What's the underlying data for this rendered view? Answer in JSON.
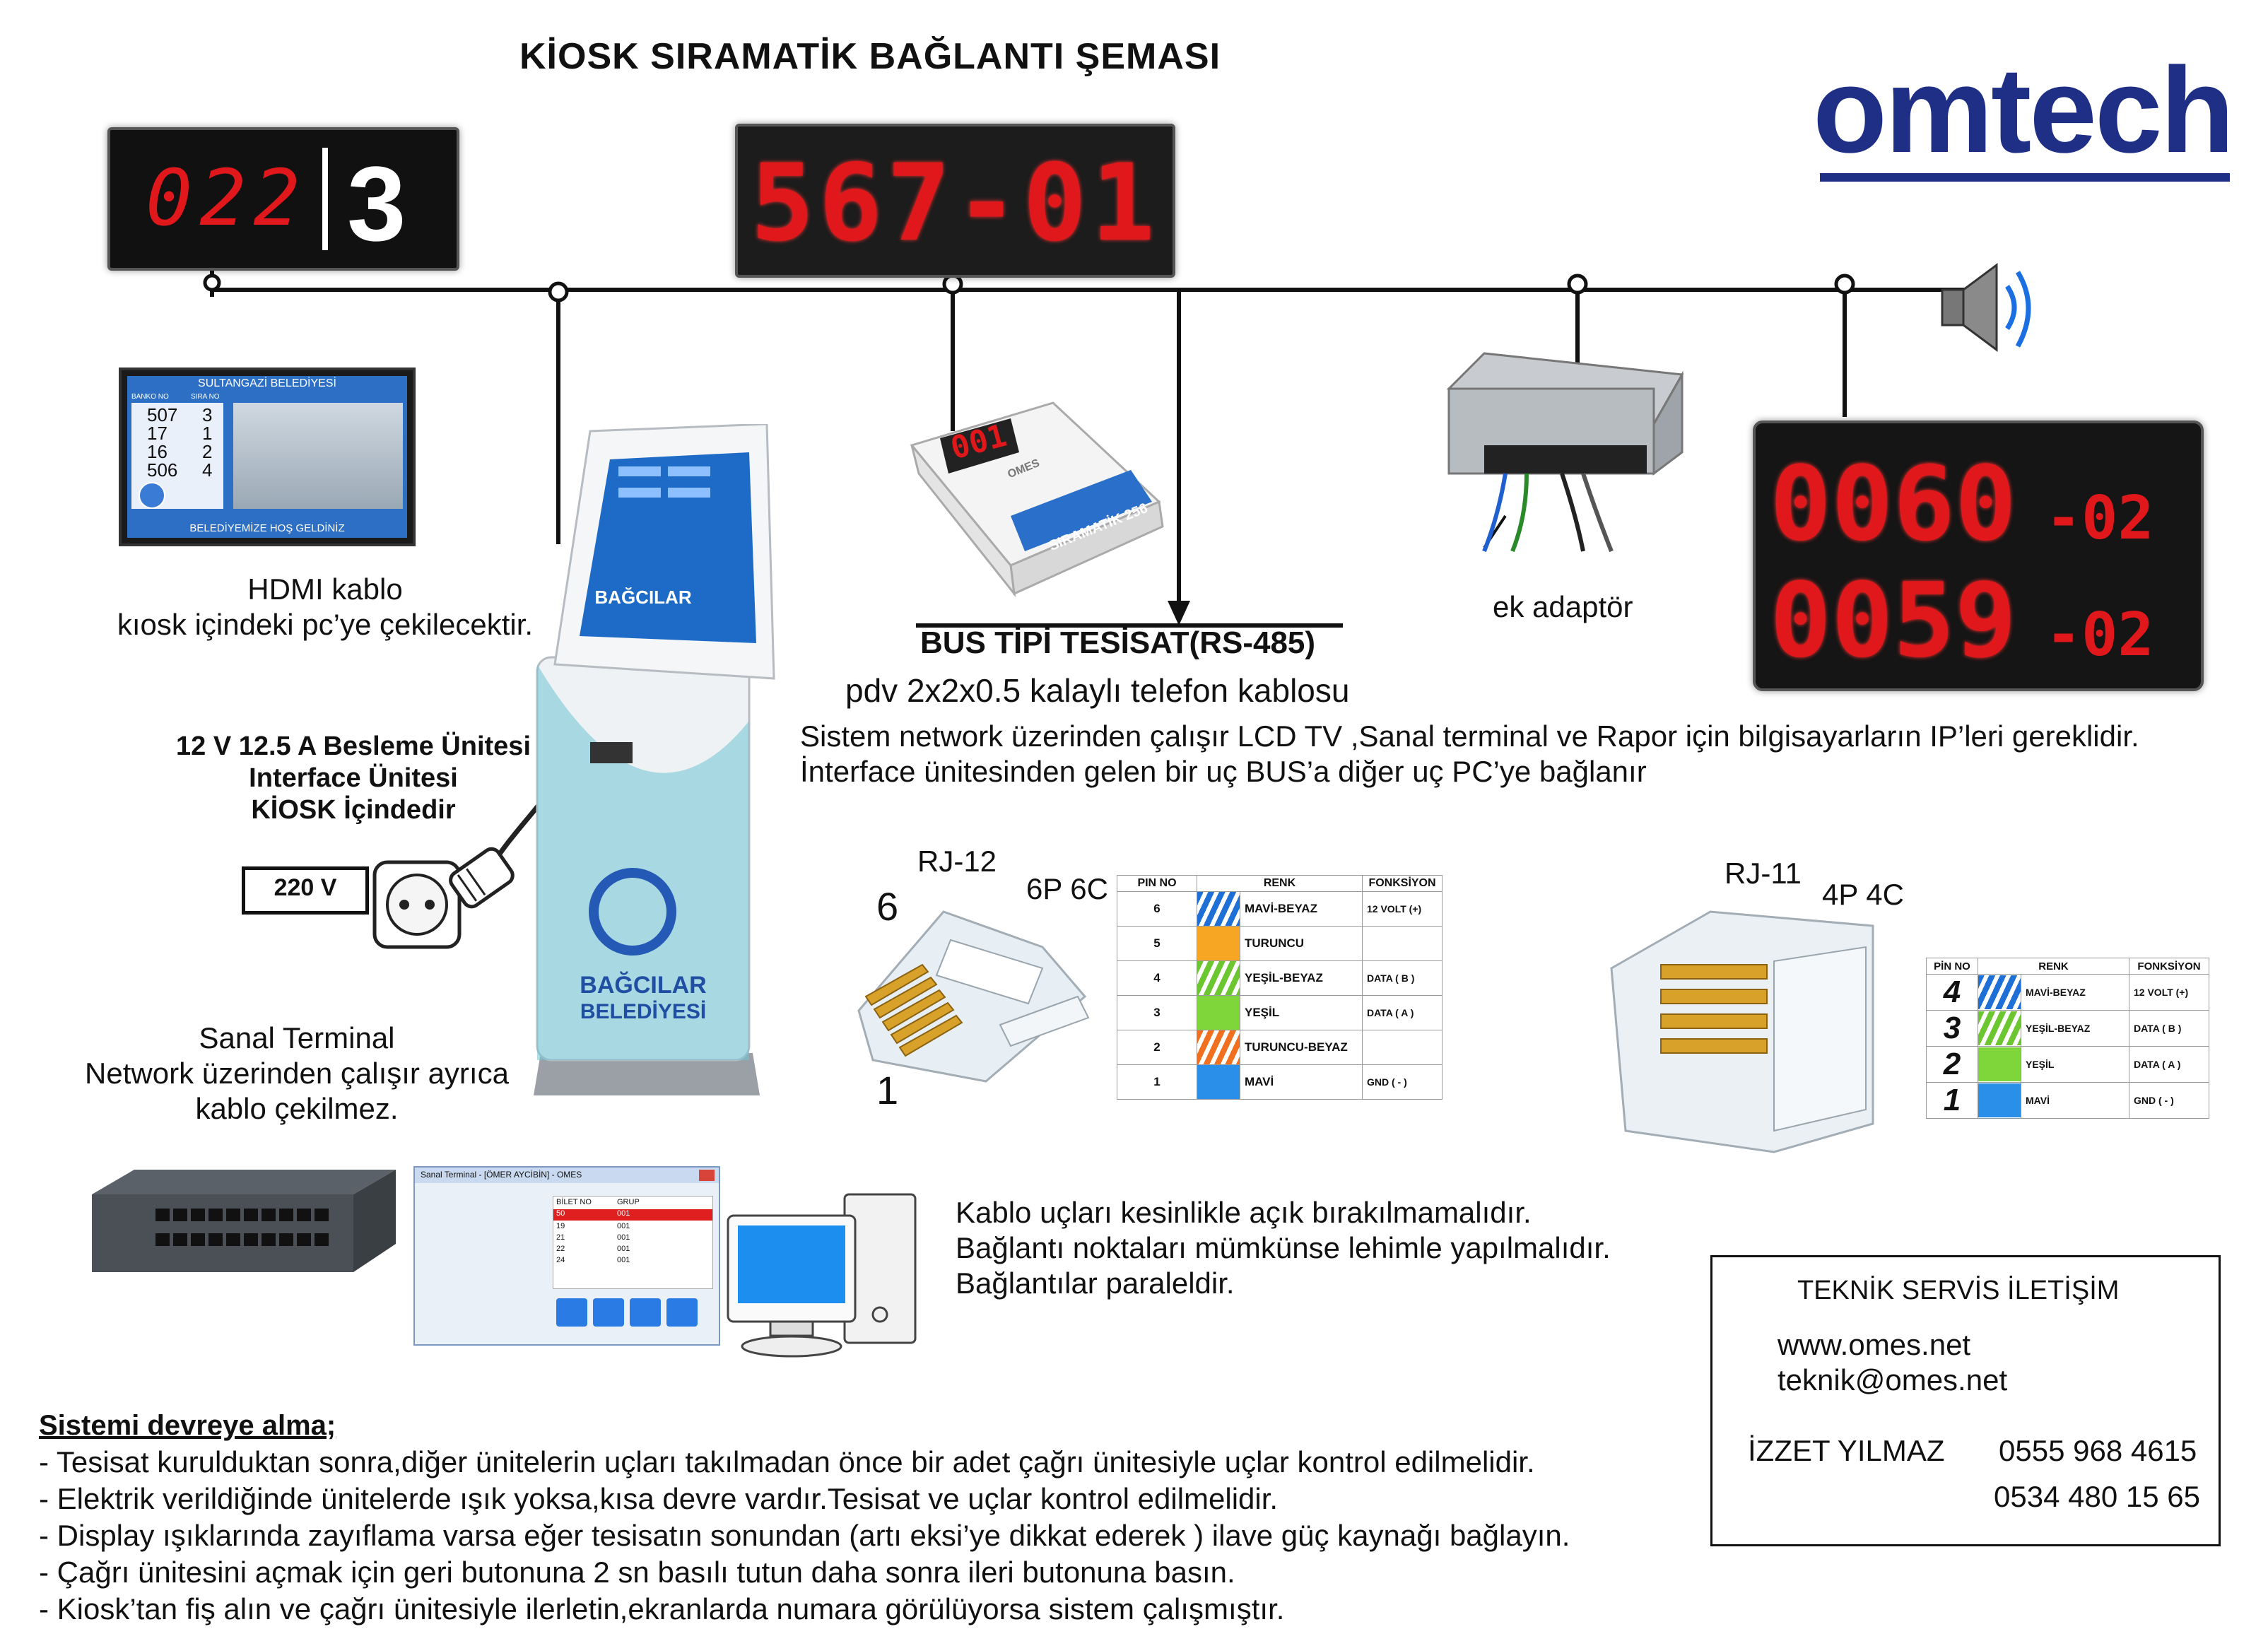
{
  "title": "KİOSK SIRAMATİK BAĞLANTI ŞEMASI",
  "brand": {
    "logo_text": "omtech",
    "color": "#1f2f86"
  },
  "displays": {
    "counter_display": {
      "left": "022",
      "right": "3"
    },
    "main_led": {
      "text": "567-01"
    },
    "call_unit": {
      "text": "001",
      "label": "SIRAMATİK 256",
      "brand": "OMES"
    },
    "dual_led": {
      "row1_main": "0060",
      "row1_sub": "-02",
      "row2_main": "0059",
      "row2_sub": "-02"
    }
  },
  "lcd_tv": {
    "header": "SULTANGAZİ BELEDİYESİ",
    "col1": "BANKO NO",
    "col2": "SIRA NO",
    "rows": [
      {
        "banko": "507",
        "sira": "3"
      },
      {
        "banko": "17",
        "sira": "1"
      },
      {
        "banko": "16",
        "sira": "2"
      },
      {
        "banko": "506",
        "sira": "4"
      }
    ],
    "footer": "BELEDİYEMİZE HOŞ GELDİNİZ"
  },
  "kiosk": {
    "brand_line1": "BAĞCILAR",
    "brand_line2": "BELEDİYESİ"
  },
  "labels": {
    "hdmi_line1": "HDMI  kablo",
    "hdmi_line2": "kıosk içindeki pc’ye çekilecektir.",
    "psu_line1": "12 V 12.5 A Besleme Ünitesi",
    "psu_line2": "Interface Ünitesi",
    "psu_line3": "KİOSK İçindedir",
    "volt": "220 V",
    "sanal_line1": "Sanal Terminal",
    "sanal_line2": "Network üzerinden çalışır ayrıca",
    "sanal_line3": "kablo çekilmez.",
    "bus_title": "BUS TİPİ TESİSAT(RS-485)",
    "bus_cable": "pdv 2x2x0.5 kalaylı telefon kablosu",
    "network_line1": "Sistem network üzerinden çalışır LCD TV ,Sanal terminal ve Rapor için bilgisayarların IP’leri  gereklidir.",
    "network_line2": "İnterface ünitesinden gelen bir uç BUS’a diğer uç PC’ye bağlanır",
    "adapter": "ek adaptör",
    "cable_note1": "Kablo uçları kesinlikle açık bırakılmamalıdır.",
    "cable_note2": "Bağlantı noktaları mümkünse lehimle yapılmalıdır.",
    "cable_note3": "Bağlantılar paraleldir."
  },
  "rj12": {
    "name": "RJ-12",
    "type": "6P 6C",
    "pin_top": "6",
    "pin_bottom": "1",
    "headers": [
      "PIN NO",
      "RENK",
      "FONKSİYON"
    ],
    "rows": [
      {
        "pin": "6",
        "color": "MAVİ-BEYAZ",
        "func": "12 VOLT (+)",
        "swatch": "#1e6fd6",
        "striped": true
      },
      {
        "pin": "5",
        "color": "TURUNCU",
        "func": "",
        "swatch": "#f6a623",
        "striped": false
      },
      {
        "pin": "4",
        "color": "YEŞİL-BEYAZ",
        "func": "DATA ( B )",
        "swatch": "#6cc630",
        "striped": true
      },
      {
        "pin": "3",
        "color": "YEŞİL",
        "func": "DATA ( A )",
        "swatch": "#7ed63a",
        "striped": false
      },
      {
        "pin": "2",
        "color": "TURUNCU-BEYAZ",
        "func": "",
        "swatch": "#f07020",
        "striped": true
      },
      {
        "pin": "1",
        "color": "MAVİ",
        "func": "GND ( - )",
        "swatch": "#2a8fe8",
        "striped": false
      }
    ]
  },
  "rj11": {
    "name": "RJ-11",
    "type": "4P 4C",
    "headers": [
      "PİN NO",
      "RENK",
      "FONKSİYON"
    ],
    "rows": [
      {
        "pin": "4",
        "color": "MAVİ-BEYAZ",
        "func": "12 VOLT (+)",
        "swatch": "#1e6fd6",
        "striped": true
      },
      {
        "pin": "3",
        "color": "YEŞİL-BEYAZ",
        "func": "DATA ( B )",
        "swatch": "#6cc630",
        "striped": true
      },
      {
        "pin": "2",
        "color": "YEŞİL",
        "func": "DATA ( A )",
        "swatch": "#7ed63a",
        "striped": false
      },
      {
        "pin": "1",
        "color": "MAVİ",
        "func": "GND ( - )",
        "swatch": "#2a8fe8",
        "striped": false
      }
    ]
  },
  "sanal_window": {
    "title": "Sanal Terminal - [ÖMER AYCİBİN] - OMES",
    "table_headers": [
      "BİLET NO",
      "GRUP"
    ],
    "rows": [
      [
        "50",
        "001"
      ],
      [
        "19",
        "001"
      ],
      [
        "21",
        "001"
      ],
      [
        "22",
        "001"
      ],
      [
        "24",
        "001"
      ]
    ]
  },
  "contact": {
    "heading": "TEKNİK SERVİS İLETİŞİM",
    "web": "www.omes.net",
    "email": "teknik@omes.net",
    "name": "İZZET YILMAZ",
    "phone1": "0555 968 4615",
    "phone2": "0534 480 15 65"
  },
  "startup": {
    "heading": "Sistemi devreye alma;",
    "steps": [
      "- Tesisat kurulduktan sonra,diğer ünitelerin uçları takılmadan önce bir adet çağrı ünitesiyle uçlar kontrol edilmelidir.",
      "- Elektrik verildiğinde ünitelerde ışık yoksa,kısa devre vardır.Tesisat ve uçlar kontrol edilmelidir.",
      "- Display ışıklarında zayıflama varsa eğer tesisatın sonundan (artı eksi’ye dikkat ederek ) ilave güç kaynağı bağlayın.",
      "- Çağrı ünitesini açmak için geri butonuna 2 sn basılı tutun daha sonra ileri butonuna basın.",
      "- Kiosk’tan fiş alın ve çağrı ünitesiyle ilerletin,ekranlarda numara görülüyorsa sistem çalışmıştır."
    ]
  }
}
